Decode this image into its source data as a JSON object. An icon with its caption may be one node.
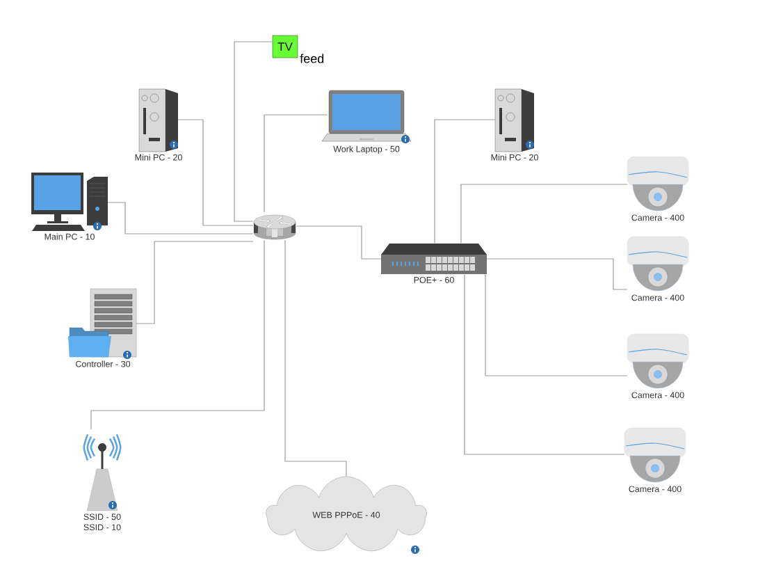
{
  "diagram": {
    "nodes": [
      {
        "text": [
          "TV"
        ],
        "beside": [
          "feed"
        ]
      },
      {
        "text": [
          "Mini PC - 20"
        ]
      },
      {
        "text": [
          "Work Laptop - 50"
        ]
      },
      {
        "text": [
          "Mini PC - 20"
        ]
      },
      {
        "text": [
          "Main PC - 10"
        ]
      },
      {
        "text": [],
        "shape": "picture"
      },
      {
        "text": [
          "Camera - 400"
        ]
      },
      {
        "text": [
          "POE+ - 60"
        ]
      },
      {
        "text": [
          "Camera - 400"
        ]
      },
      {
        "text": [
          "Controller - 30"
        ]
      },
      {
        "text": [
          "Camera - 400"
        ]
      },
      {
        "text": [
          "SSID - 50",
          "SSID - 10"
        ]
      },
      {
        "text": [
          "Camera - 400"
        ]
      },
      {
        "text": [
          "WEB PPPoE - 40"
        ]
      }
    ],
    "edges": [
      {
        "from": 5,
        "to": 0,
        "arrow": "none"
      },
      {
        "from": 5,
        "to": 1,
        "arrow": "none"
      },
      {
        "from": 5,
        "to": 2,
        "arrow": "none"
      },
      {
        "from": 5,
        "to": 4,
        "arrow": "none"
      },
      {
        "from": 5,
        "to": 9,
        "arrow": "none"
      },
      {
        "from": 5,
        "to": 11,
        "arrow": "none"
      },
      {
        "from": 5,
        "to": 13,
        "arrow": "none"
      },
      {
        "from": 5,
        "to": 7,
        "arrow": "none"
      },
      {
        "from": 7,
        "to": 3,
        "arrow": "none"
      },
      {
        "from": 7,
        "to": 6,
        "arrow": "none"
      },
      {
        "from": 7,
        "to": 8,
        "arrow": "none"
      },
      {
        "from": 7,
        "to": 10,
        "arrow": "none"
      },
      {
        "from": 7,
        "to": 12,
        "arrow": "none"
      }
    ]
  }
}
